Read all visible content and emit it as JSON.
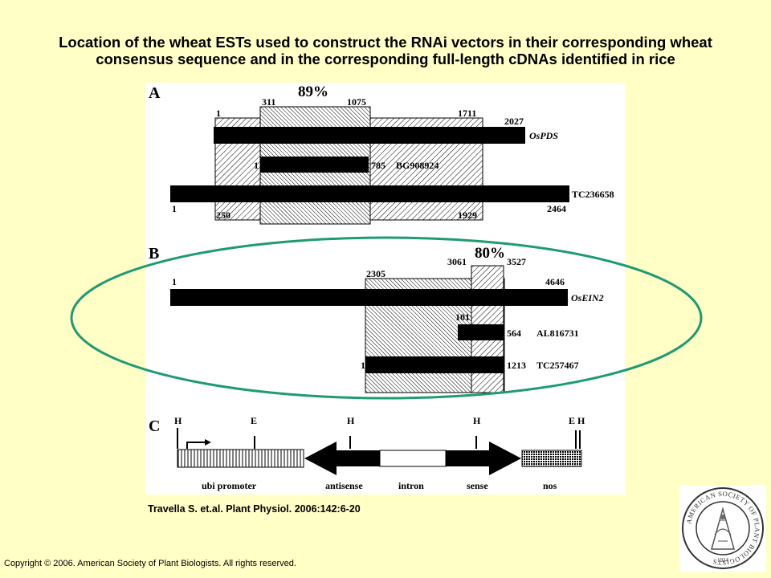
{
  "title": {
    "line1": "Location of the wheat ESTs used to construct the RNAi vectors in their corresponding wheat",
    "line2": "consensus sequence and in the corresponding full-length cDNAs identified in rice"
  },
  "panel_a": {
    "letter": "A",
    "percent": "89%",
    "top_numbers": [
      "1",
      "311",
      "1075",
      "1711"
    ],
    "ospds": {
      "end": "2027",
      "name": "OsPDS"
    },
    "est": {
      "start": "1",
      "end": "785",
      "name": "BG908924"
    },
    "tc": {
      "start": "1",
      "end": "2464",
      "name": "TC236658"
    },
    "bottom_numbers": [
      "250",
      "1929"
    ]
  },
  "panel_b": {
    "letter": "B",
    "percent": "80%",
    "top_numbers": [
      "3061",
      "3527"
    ],
    "osein2": {
      "start": "1",
      "end": "4646",
      "name": "OsEIN2",
      "mark": "2305"
    },
    "al": {
      "start": "101",
      "end": "564",
      "name": "AL816731"
    },
    "tc": {
      "start": "1",
      "end": "1213",
      "name": "TC257467"
    }
  },
  "panel_c": {
    "letter": "C",
    "sites": [
      "H",
      "E",
      "H",
      "H",
      "E H"
    ],
    "labels": [
      "ubi promoter",
      "antisense",
      "intron",
      "sense",
      "nos"
    ]
  },
  "citation": "Travella S. et.al. Plant Physiol. 2006:142:6-20",
  "copyright": "Copyright © 2006. American Society of Plant Biologists. All rights reserved.",
  "seal": {
    "text": "AMERICAN SOCIETY OF PLANT BIOLOGISTS",
    "year": "1924"
  },
  "colors": {
    "background": "#FFFFC6",
    "ellipse": "#1E9B73",
    "bar": "#000000",
    "figure_bg": "#FFFFFF"
  }
}
